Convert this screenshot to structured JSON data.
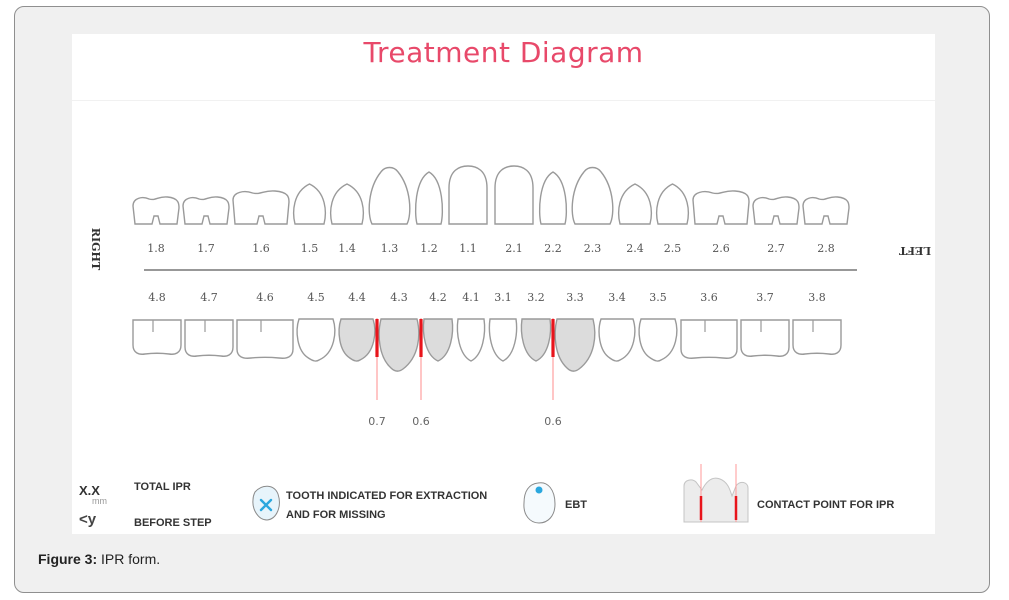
{
  "title": "Treatment Diagram",
  "side_labels": {
    "right": "RIGHT",
    "left": "LEFT"
  },
  "caption": {
    "label": "Figure 3:",
    "text": " IPR form."
  },
  "legend": {
    "total_ipr": {
      "symbol": "X.X",
      "unit": "mm",
      "label": "TOTAL IPR"
    },
    "before_step": {
      "symbol": "<y",
      "label": "BEFORE STEP"
    },
    "extraction": {
      "line1": "TOOTH INDICATED FOR EXTRACTION",
      "line2": "AND FOR MISSING"
    },
    "ebt": {
      "label": "EBT"
    },
    "contact": {
      "label": "CONTACT POINT FOR IPR"
    }
  },
  "colors": {
    "title": "#e8496a",
    "ipr_line": "#e8141b",
    "tooth_outline": "#9a9a9a",
    "tooth_shaded": "#dcdcdc",
    "ebt_dot": "#2aa7de"
  },
  "chart_data": {
    "type": "table",
    "upper_teeth": [
      {
        "id": "1.8",
        "kind": "molar"
      },
      {
        "id": "1.7",
        "kind": "molar"
      },
      {
        "id": "1.6",
        "kind": "molar"
      },
      {
        "id": "1.5",
        "kind": "premolar"
      },
      {
        "id": "1.4",
        "kind": "premolar"
      },
      {
        "id": "1.3",
        "kind": "canine"
      },
      {
        "id": "1.2",
        "kind": "lateral"
      },
      {
        "id": "1.1",
        "kind": "central"
      },
      {
        "id": "2.1",
        "kind": "central"
      },
      {
        "id": "2.2",
        "kind": "lateral"
      },
      {
        "id": "2.3",
        "kind": "canine"
      },
      {
        "id": "2.4",
        "kind": "premolar"
      },
      {
        "id": "2.5",
        "kind": "premolar"
      },
      {
        "id": "2.6",
        "kind": "molar"
      },
      {
        "id": "2.7",
        "kind": "molar"
      },
      {
        "id": "2.8",
        "kind": "molar"
      }
    ],
    "lower_teeth": [
      {
        "id": "4.8",
        "kind": "molar",
        "shaded": false
      },
      {
        "id": "4.7",
        "kind": "molar",
        "shaded": false
      },
      {
        "id": "4.6",
        "kind": "molar",
        "shaded": false
      },
      {
        "id": "4.5",
        "kind": "premolar",
        "shaded": false
      },
      {
        "id": "4.4",
        "kind": "premolar",
        "shaded": true
      },
      {
        "id": "4.3",
        "kind": "canine",
        "shaded": true
      },
      {
        "id": "4.2",
        "kind": "incisor",
        "shaded": true
      },
      {
        "id": "4.1",
        "kind": "incisor",
        "shaded": false
      },
      {
        "id": "3.1",
        "kind": "incisor",
        "shaded": false
      },
      {
        "id": "3.2",
        "kind": "incisor",
        "shaded": true
      },
      {
        "id": "3.3",
        "kind": "canine",
        "shaded": true
      },
      {
        "id": "3.4",
        "kind": "premolar",
        "shaded": false
      },
      {
        "id": "3.5",
        "kind": "premolar",
        "shaded": false
      },
      {
        "id": "3.6",
        "kind": "molar",
        "shaded": false
      },
      {
        "id": "3.7",
        "kind": "molar",
        "shaded": false
      },
      {
        "id": "3.8",
        "kind": "molar",
        "shaded": false
      }
    ],
    "ipr_contacts": [
      {
        "between": [
          "4.4",
          "4.3"
        ],
        "amount": "0.7"
      },
      {
        "between": [
          "4.3",
          "4.2"
        ],
        "amount": "0.6"
      },
      {
        "between": [
          "3.2",
          "3.3"
        ],
        "amount": "0.6"
      }
    ]
  }
}
